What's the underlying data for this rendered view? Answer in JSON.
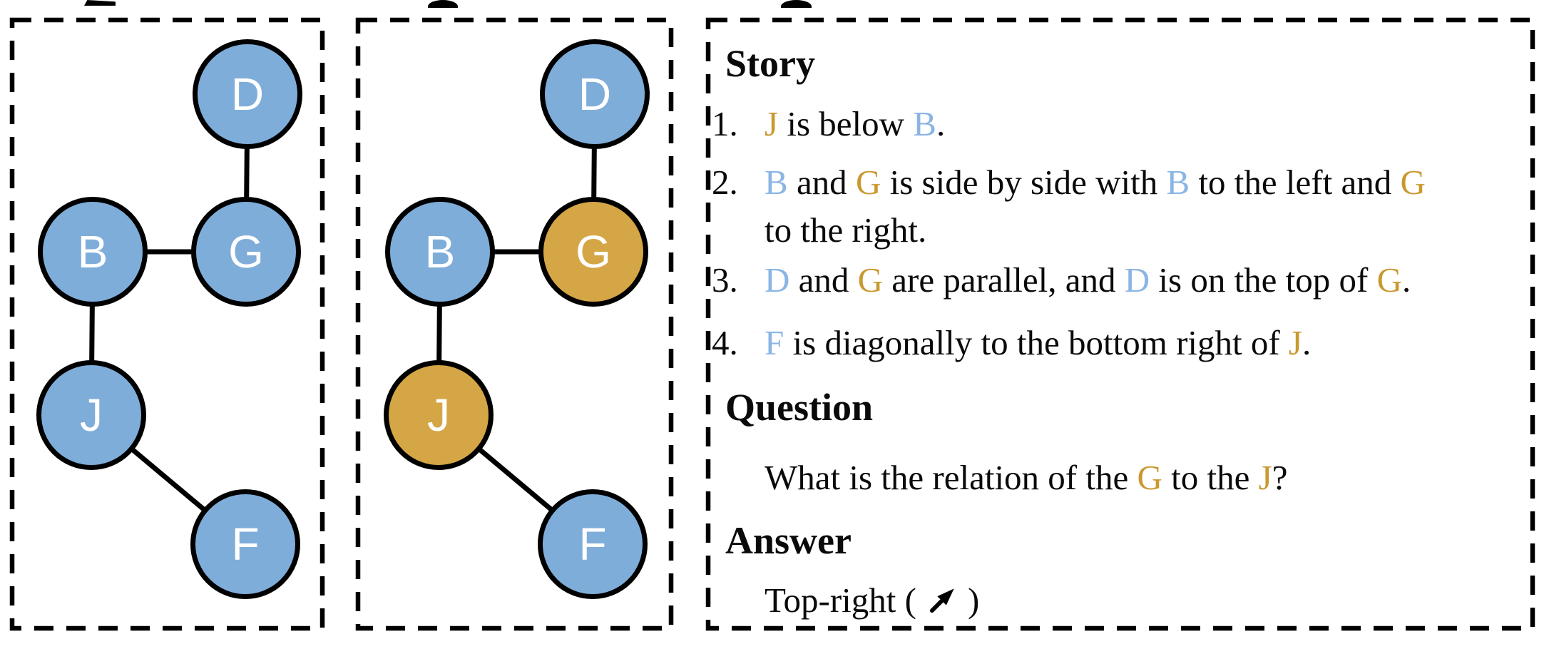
{
  "figure": {
    "colors": {
      "node_blue": "#7fadda",
      "node_gold": "#d5a646",
      "letter_blue": "#8ab5e4",
      "letter_gold": "#c9992f",
      "outline": "#000000"
    },
    "panels": {
      "graph_before": {
        "nodes": [
          {
            "id": "D",
            "label": "D",
            "color": "blue"
          },
          {
            "id": "B",
            "label": "B",
            "color": "blue"
          },
          {
            "id": "G",
            "label": "G",
            "color": "blue"
          },
          {
            "id": "J",
            "label": "J",
            "color": "blue"
          },
          {
            "id": "F",
            "label": "F",
            "color": "blue"
          }
        ],
        "edges": [
          "D-G",
          "B-G",
          "B-J",
          "J-F"
        ]
      },
      "graph_after": {
        "nodes": [
          {
            "id": "D",
            "label": "D",
            "color": "blue"
          },
          {
            "id": "B",
            "label": "B",
            "color": "blue"
          },
          {
            "id": "G",
            "label": "G",
            "color": "gold"
          },
          {
            "id": "J",
            "label": "J",
            "color": "gold"
          },
          {
            "id": "F",
            "label": "F",
            "color": "blue"
          }
        ],
        "edges": [
          "D-G",
          "B-G",
          "B-J",
          "J-F"
        ]
      },
      "qa": {
        "story_heading": "Story",
        "story_items": [
          {
            "num": "1.",
            "segments": [
              {
                "t": "J",
                "c": "gold"
              },
              {
                "t": " is below "
              },
              {
                "t": "B",
                "c": "blue"
              },
              {
                "t": "."
              }
            ]
          },
          {
            "num": "2.",
            "segments": [
              {
                "t": "B",
                "c": "blue"
              },
              {
                "t": " and "
              },
              {
                "t": "G",
                "c": "gold"
              },
              {
                "t": " is side by side with "
              },
              {
                "t": "B",
                "c": "blue"
              },
              {
                "t": " to the left and "
              },
              {
                "t": "G",
                "c": "gold"
              },
              {
                "br": true
              },
              {
                "t": "to the right."
              }
            ]
          },
          {
            "num": "3.",
            "segments": [
              {
                "t": "D",
                "c": "blue"
              },
              {
                "t": " and "
              },
              {
                "t": "G",
                "c": "gold"
              },
              {
                "t": " are parallel, and "
              },
              {
                "t": "D",
                "c": "blue"
              },
              {
                "t": " is on the top of "
              },
              {
                "t": "G",
                "c": "gold"
              },
              {
                "t": "."
              }
            ]
          },
          {
            "num": "4.",
            "segments": [
              {
                "t": "F",
                "c": "blue"
              },
              {
                "t": " is diagonally to the bottom right of "
              },
              {
                "t": "J",
                "c": "gold"
              },
              {
                "t": "."
              }
            ]
          }
        ],
        "question_heading": "Question",
        "question_segments": [
          {
            "t": "What is the relation of the "
          },
          {
            "t": "G",
            "c": "gold"
          },
          {
            "t": " to the "
          },
          {
            "t": "J",
            "c": "gold"
          },
          {
            "t": "?"
          }
        ],
        "answer_heading": "Answer",
        "answer_prefix": "Top-right (",
        "answer_icon": "arrow-top-right-icon",
        "answer_suffix": ")"
      }
    }
  }
}
